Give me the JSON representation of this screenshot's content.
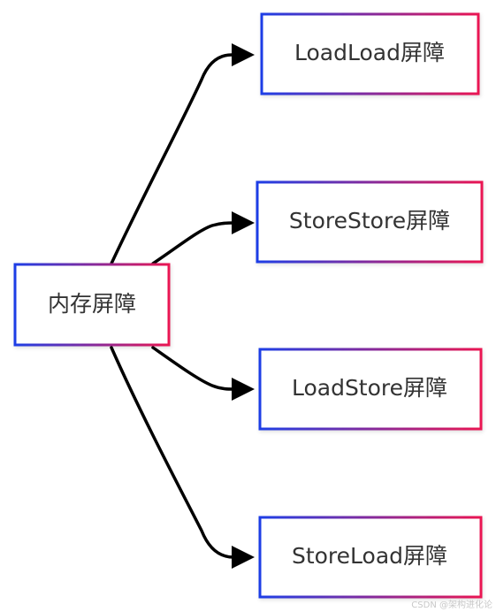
{
  "diagram": {
    "root": {
      "label": "内存屏障"
    },
    "children": [
      {
        "label": "LoadLoad屏障"
      },
      {
        "label": "StoreStore屏障"
      },
      {
        "label": "LoadStore屏障"
      },
      {
        "label": "StoreLoad屏障"
      }
    ]
  },
  "colors": {
    "border_gradient_start": "#1e3ee6",
    "border_gradient_end": "#ea1652",
    "edge": "#000000",
    "text": "#333333"
  },
  "watermark": "CSDN @架构进化论"
}
